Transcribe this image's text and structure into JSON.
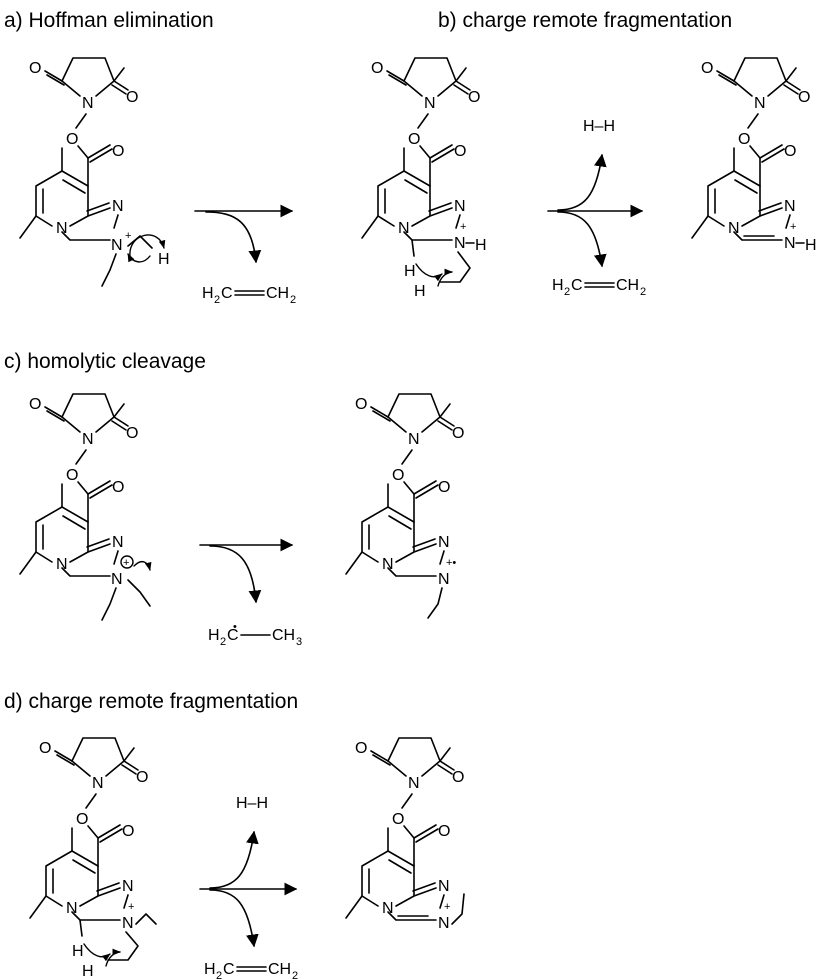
{
  "panels": [
    {
      "id": "a",
      "title": "a) Hoffman elimination"
    },
    {
      "id": "b",
      "title": "b) charge remote fragmentation"
    },
    {
      "id": "c",
      "title": "c) homolytic cleavage"
    },
    {
      "id": "d",
      "title": "d) charge remote fragmentation"
    }
  ],
  "atoms": {
    "O": "O",
    "N": "N",
    "H": "H",
    "plus": "+",
    "radical_cation": "+•"
  },
  "byproducts": {
    "ethene": {
      "left": "H",
      "left_sub": "2",
      "mid": "C",
      "right": "CH",
      "right_sub": "2"
    },
    "hydrogen": "H–H",
    "ethyl_radical": {
      "left": "H",
      "left_sub": "2",
      "mid": "C",
      "dot": "•",
      "right": "CH",
      "right_sub": "3"
    }
  }
}
